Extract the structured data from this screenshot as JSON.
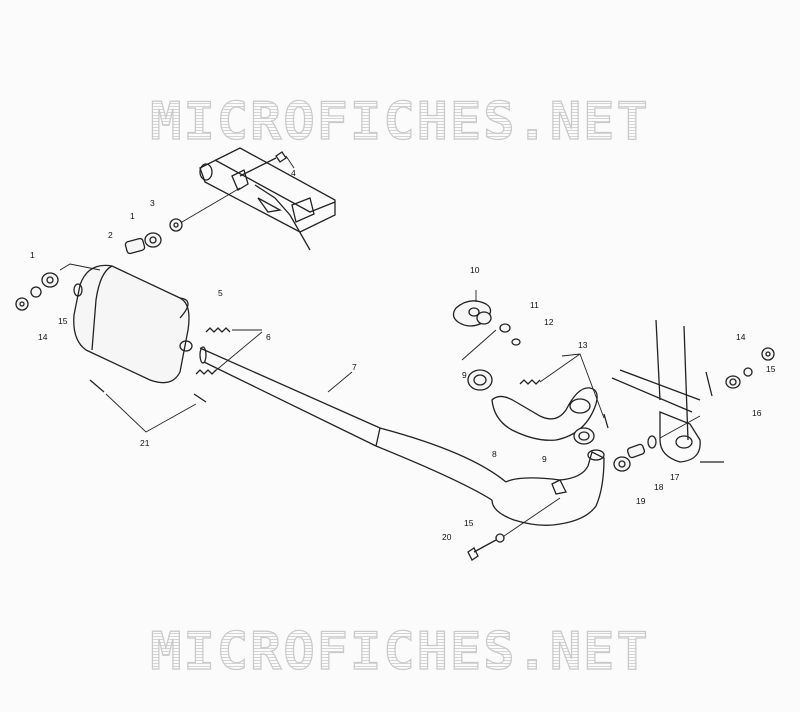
{
  "watermark": {
    "top_text": "MICROFICHES.NET",
    "bottom_text": "MICROFICHES.NET"
  },
  "callouts": {
    "c1a": "1",
    "c1b": "1",
    "c2": "2",
    "c3": "3",
    "c4": "4",
    "c5": "5",
    "c6": "6",
    "c7": "7",
    "c8": "8",
    "c9a": "9",
    "c9b": "9",
    "c10": "10",
    "c11": "11",
    "c12": "12",
    "c13": "13",
    "c14a": "14",
    "c14b": "14",
    "c15a": "15",
    "c15b": "15",
    "c15c": "15",
    "c16": "16",
    "c17": "17",
    "c18": "18",
    "c19": "19",
    "c20": "20",
    "c21": "21"
  }
}
